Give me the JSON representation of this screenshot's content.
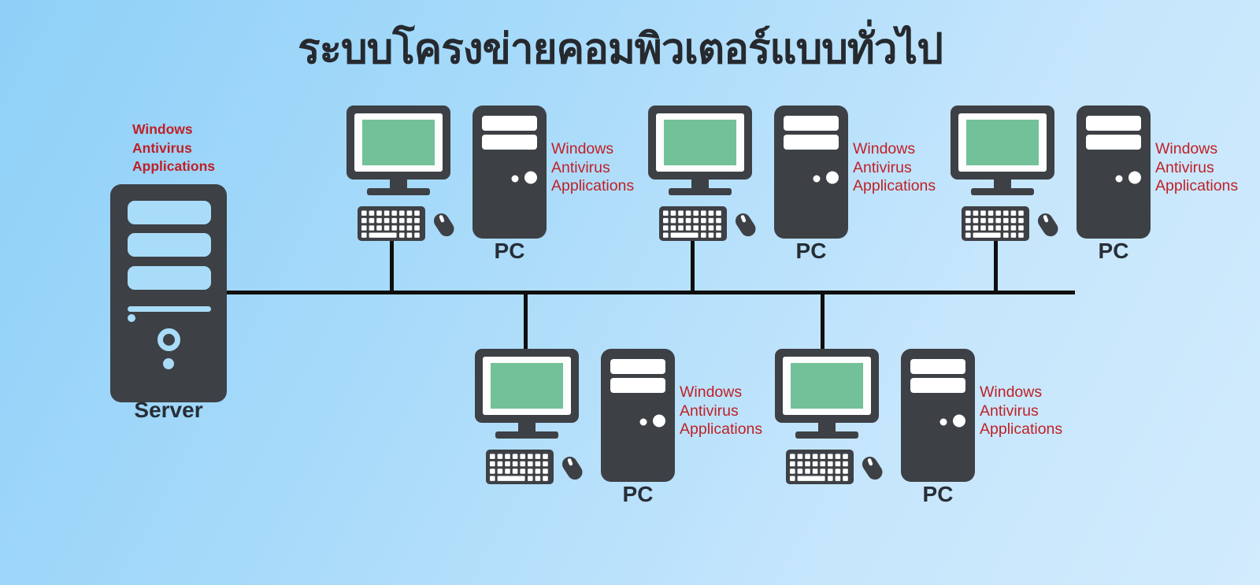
{
  "title": "ระบบโครงข่ายคอมพิวเตอร์แบบทั่วไป",
  "server": {
    "label": "Server",
    "antivirus_lines": [
      "Windows",
      "Antivirus",
      "Applications"
    ]
  },
  "clusters": [
    {
      "pc_label": "PC",
      "antivirus_lines": [
        "Windows",
        "Antivirus",
        "Applications"
      ],
      "position": "top-left"
    },
    {
      "pc_label": "PC",
      "antivirus_lines": [
        "Windows",
        "Antivirus",
        "Applications"
      ],
      "position": "top-center"
    },
    {
      "pc_label": "PC",
      "antivirus_lines": [
        "Windows",
        "Antivirus",
        "Applications"
      ],
      "position": "top-right"
    },
    {
      "pc_label": "PC",
      "antivirus_lines": [
        "Windows",
        "Antivirus",
        "Applications"
      ],
      "position": "bottom-left"
    },
    {
      "pc_label": "PC",
      "antivirus_lines": [
        "Windows",
        "Antivirus",
        "Applications"
      ],
      "position": "bottom-right"
    }
  ],
  "colors": {
    "background_top_left": "#8fd0f8",
    "background_bottom_right": "#d2ebfd",
    "device_dark": "#3d4045",
    "screen_green": "#73c199",
    "antivirus_red": "#bf2127",
    "network_line": "#0e0e0e",
    "label_dark": "#272e36",
    "server_slot_blue": "#a9dcf8"
  }
}
